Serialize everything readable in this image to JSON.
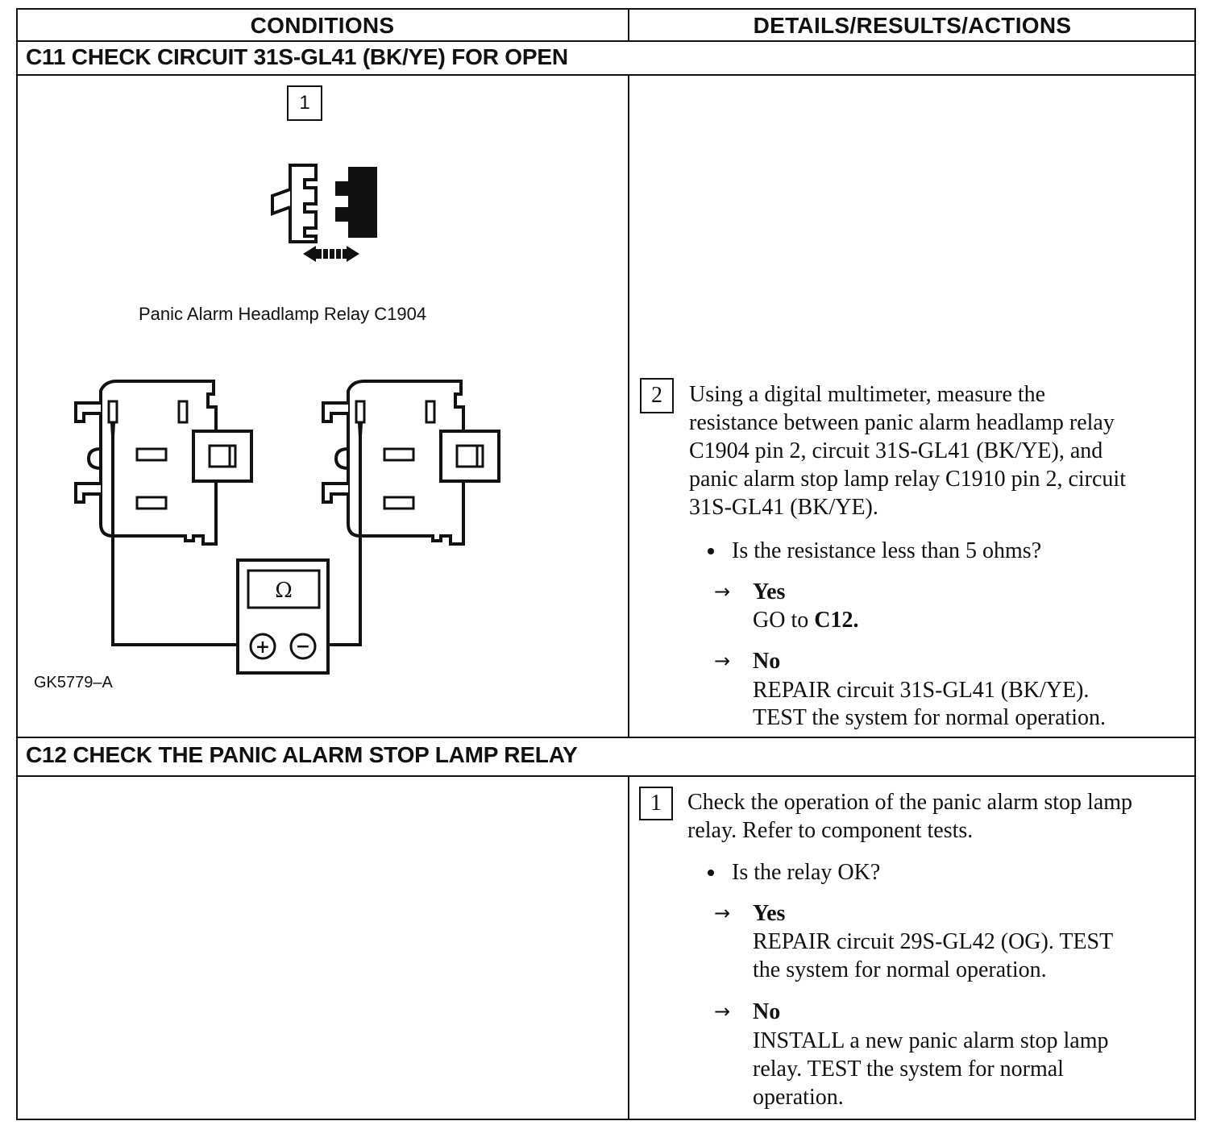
{
  "table": {
    "col_conditions": "CONDITIONS",
    "col_details": "DETAILS/RESULTS/ACTIONS"
  },
  "c11": {
    "title": "C11 CHECK CIRCUIT 31S-GL41 (BK/YE) FOR OPEN",
    "step1_number": "1",
    "connector_caption": "Panic Alarm Headlamp Relay C1904",
    "meter_symbol": "Ω",
    "figure_id": "GK5779–A",
    "step2_number": "2",
    "step2_lines": [
      "Using a digital multimeter, measure the",
      "resistance between panic alarm headlamp relay",
      "C1904 pin 2, circuit 31S-GL41 (BK/YE), and",
      "panic alarm stop lamp relay C1910 pin 2, circuit",
      "31S-GL41 (BK/YE)."
    ],
    "question": "Is the resistance less than 5 ohms?",
    "yes_label": "Yes",
    "yes_action_prefix": "GO to ",
    "yes_action_target": "C12.",
    "no_label": "No",
    "no_lines": [
      "REPAIR circuit 31S-GL41 (BK/YE).",
      "TEST the system for normal operation."
    ]
  },
  "c12": {
    "title": "C12 CHECK THE PANIC ALARM STOP LAMP RELAY",
    "step1_number": "1",
    "step1_lines": [
      "Check the operation of the panic alarm stop lamp",
      "relay. Refer to component tests."
    ],
    "question": "Is the relay OK?",
    "yes_label": "Yes",
    "yes_lines": [
      "REPAIR circuit 29S-GL42 (OG). TEST",
      "the system for normal operation."
    ],
    "no_label": "No",
    "no_lines": [
      "INSTALL a new panic alarm stop lamp",
      "relay. TEST the system for normal",
      "operation."
    ]
  },
  "icons": {
    "arrow": "→",
    "connector": "connector-separate-icon",
    "multimeter": "multimeter-icon"
  }
}
